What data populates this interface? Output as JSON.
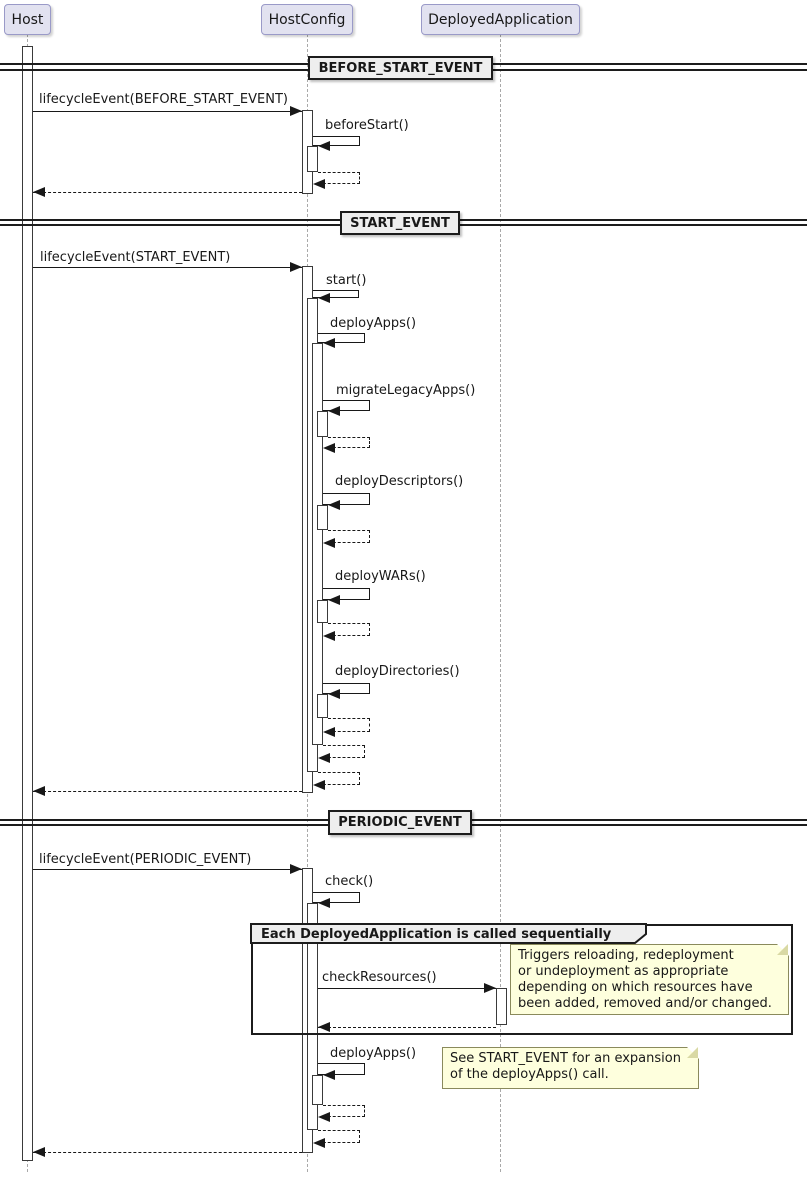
{
  "diagram": {
    "participants": [
      {
        "name": "Host"
      },
      {
        "name": "HostConfig"
      },
      {
        "name": "DeployedApplication"
      }
    ],
    "dividers": [
      {
        "label": "BEFORE_START_EVENT"
      },
      {
        "label": "START_EVENT"
      },
      {
        "label": "PERIODIC_EVENT"
      }
    ],
    "messages": {
      "lifecycle_before_start": "lifecycleEvent(BEFORE_START_EVENT)",
      "before_start": "beforeStart()",
      "lifecycle_start": "lifecycleEvent(START_EVENT)",
      "start": "start()",
      "deploy_apps": "deployApps()",
      "migrate_legacy_apps": "migrateLegacyApps()",
      "deploy_descriptors": "deployDescriptors()",
      "deploy_wars": "deployWARs()",
      "deploy_directories": "deployDirectories()",
      "lifecycle_periodic": "lifecycleEvent(PERIODIC_EVENT)",
      "check": "check()",
      "check_resources": "checkResources()",
      "deploy_apps_periodic": "deployApps()"
    },
    "group": {
      "label": "Each DeployedApplication is called sequentially"
    },
    "notes": {
      "check_resources_note": "Triggers reloading, redeployment\nor undeployment as appropriate\ndepending on which resources have\nbeen added, removed and/or changed.",
      "deploy_apps_note": "See START_EVENT for an expansion\nof the deployApps() call."
    },
    "colors": {
      "participant_fill": "#E2E2F0",
      "participant_border": "#9A9AC8",
      "divider_fill": "#EEEEEE",
      "note_fill": "#FEFFDD",
      "note_border": "#8A8A5C",
      "line": "#181818",
      "lifeline": "#A9A9A9"
    }
  }
}
